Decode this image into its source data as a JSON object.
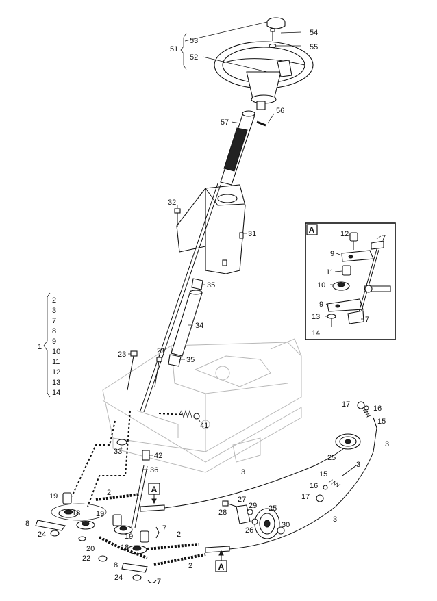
{
  "callouts": {
    "n51": "51",
    "n53": "53",
    "n52": "52",
    "n54": "54",
    "n55": "55",
    "n56": "56",
    "n57": "57",
    "n32": "32",
    "n31": "31",
    "n35a": "35",
    "n34": "34",
    "n35b": "35",
    "n23": "23",
    "n21": "21",
    "n41": "41",
    "n33": "33",
    "n42": "42",
    "n36": "36",
    "n19a": "19",
    "n18a": "18",
    "n19b": "19",
    "n2a": "2",
    "n8a": "8",
    "n24a": "24",
    "n20": "20",
    "n22": "22",
    "n19c": "19",
    "n18b": "18",
    "n7a": "7",
    "n2b": "2",
    "n8b": "8",
    "n24b": "24",
    "n7b": "7",
    "n2c": "2",
    "n28": "28",
    "n27": "27",
    "n29": "29",
    "n25a": "25",
    "n26": "26",
    "n30": "30",
    "n3a": "3",
    "n3b": "3",
    "n3c": "3",
    "n3d": "3",
    "n25b": "25",
    "n15a": "15",
    "n16a": "16",
    "n17a": "17",
    "n17b": "17",
    "n16b": "16",
    "n15b": "15"
  },
  "group_list": {
    "parent": "1",
    "items": [
      "2",
      "3",
      "7",
      "8",
      "9",
      "10",
      "11",
      "12",
      "13",
      "14"
    ]
  },
  "detail_ref": "A",
  "inset": {
    "title": "A",
    "labels": {
      "n12": "12",
      "n7a": "7",
      "n9a": "9",
      "n11": "11",
      "n10": "10",
      "n9b": "9",
      "n13": "13",
      "n7b": "7",
      "n14": "14"
    }
  }
}
